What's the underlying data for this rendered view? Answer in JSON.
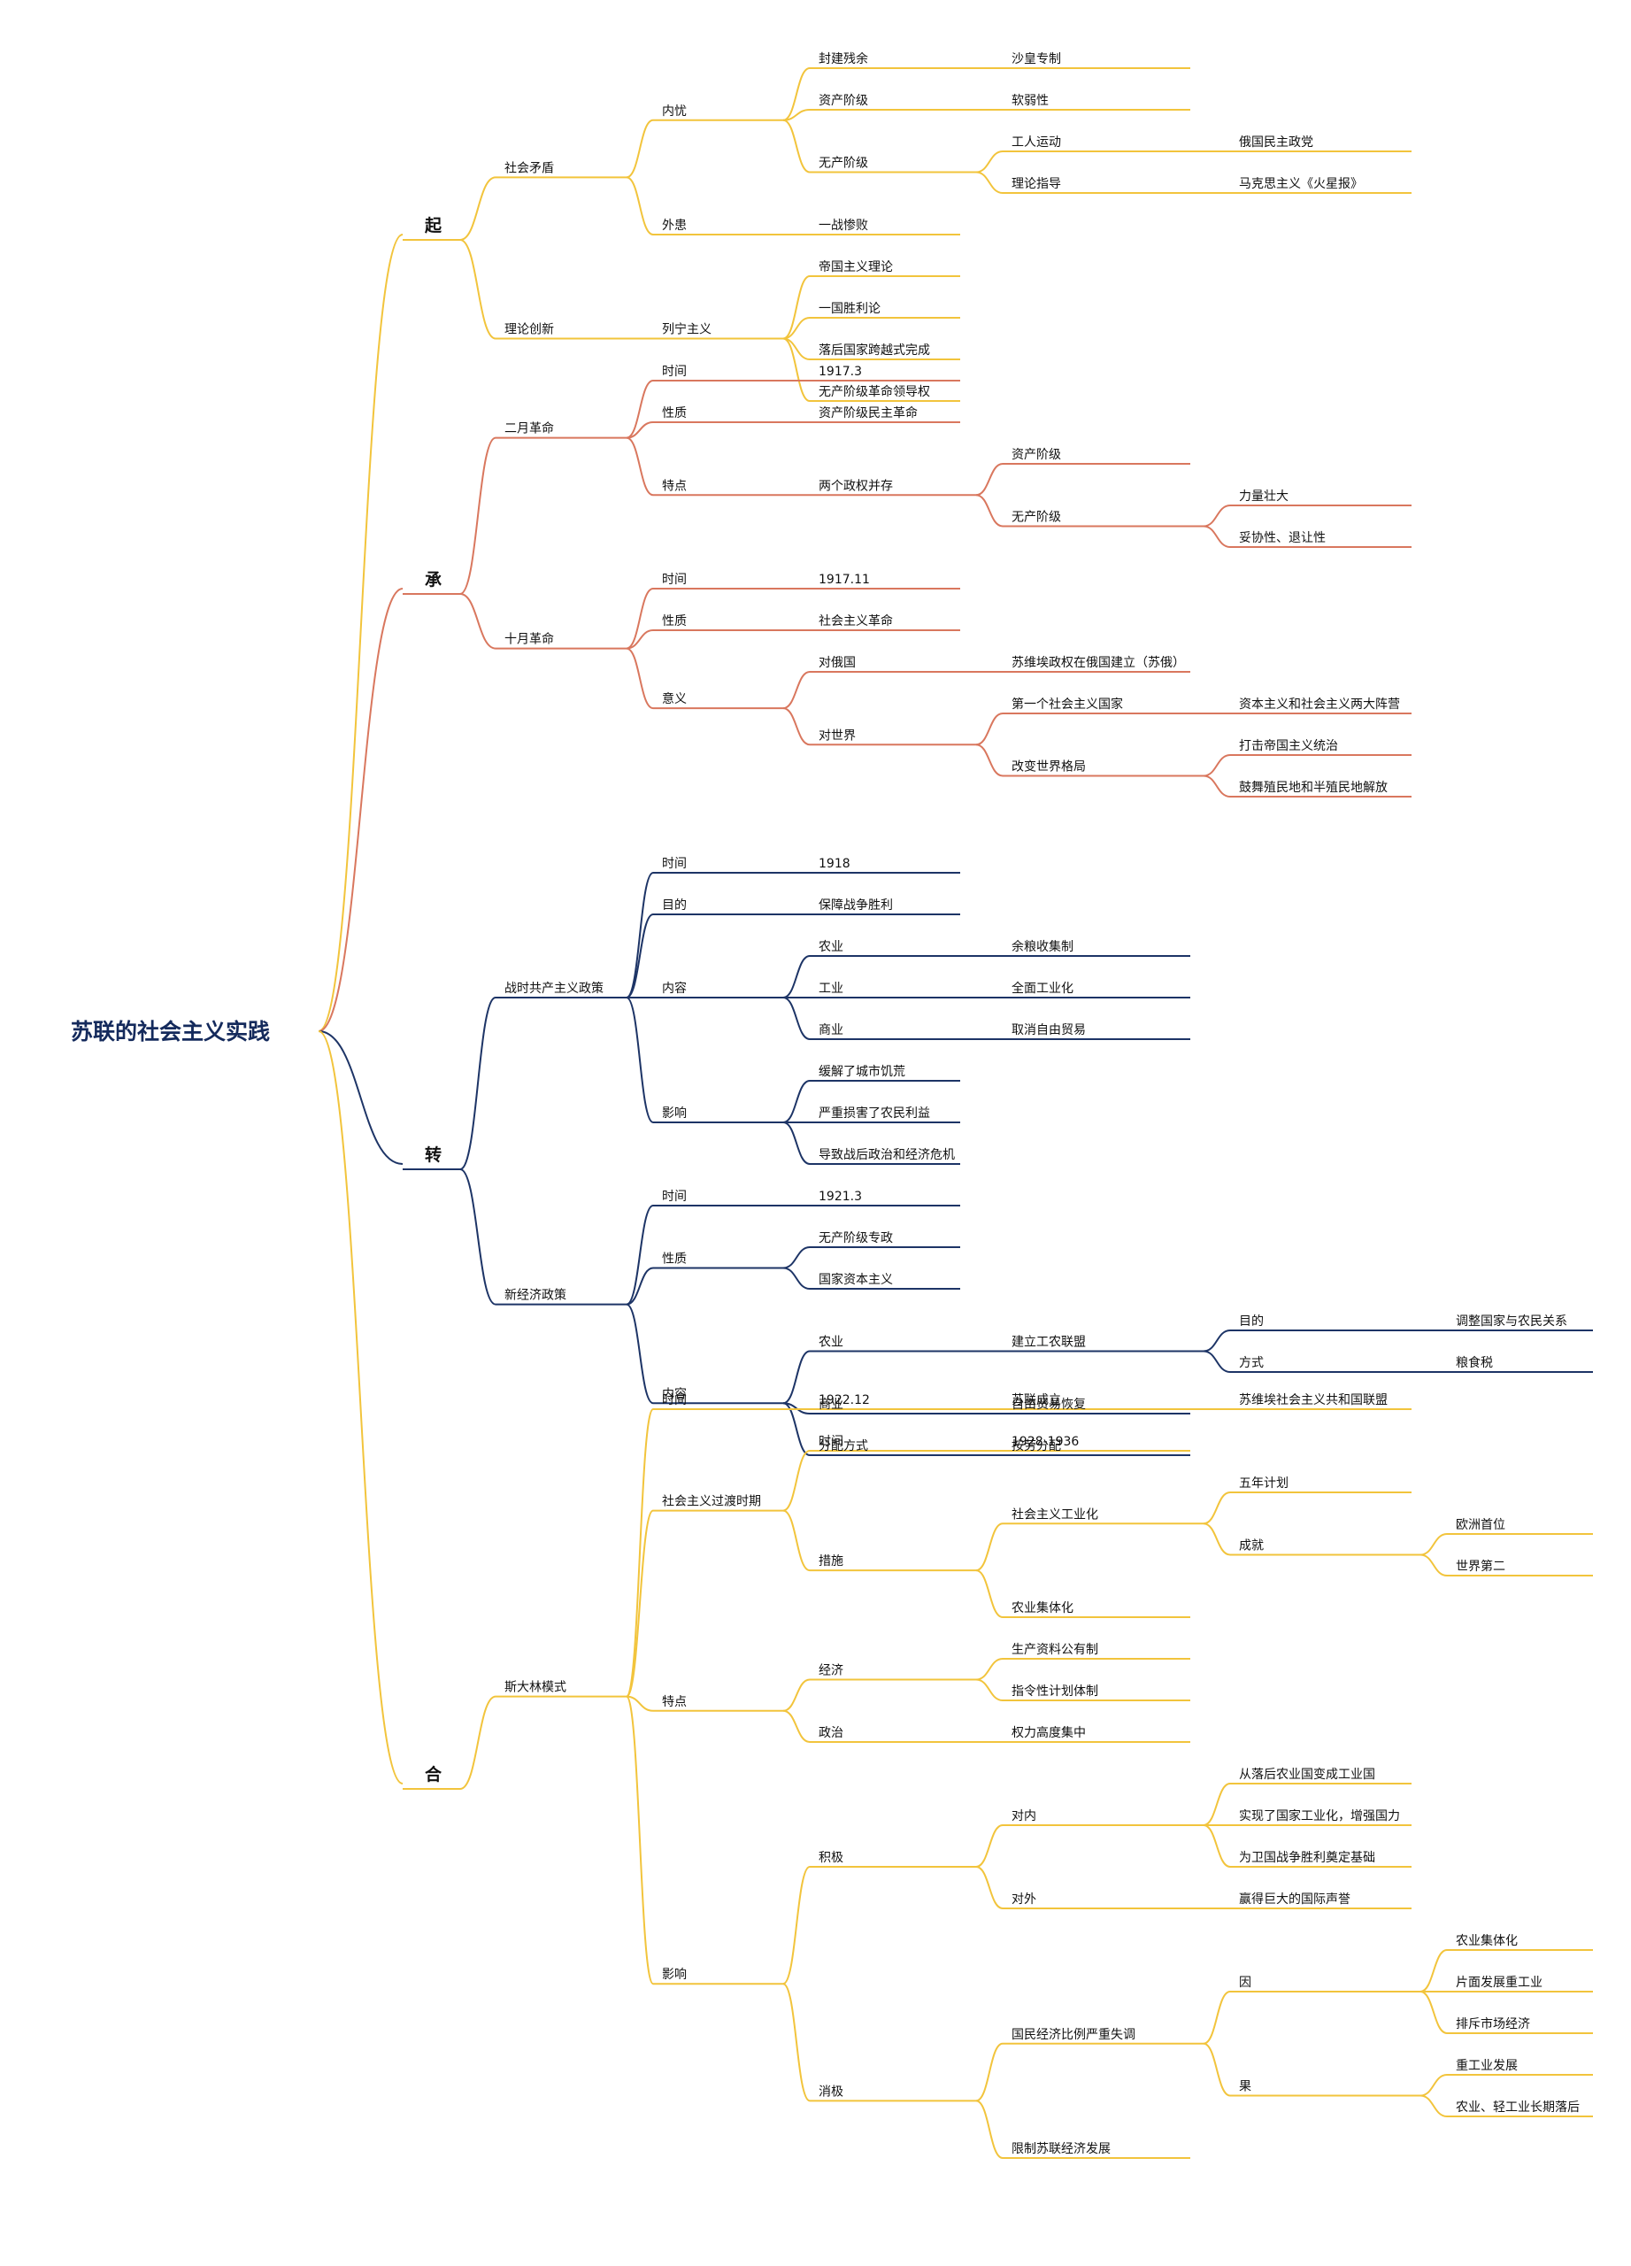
{
  "colors": {
    "yellow": "#f2c43c",
    "red": "#d9775e",
    "navy": "#1d3466",
    "root_text": "#142a5c",
    "text": "#111111"
  },
  "root": {
    "label": "苏联的社会主义实践"
  },
  "sections": [
    {
      "label": "起",
      "color": "yellow",
      "children": [
        {
          "label": "社会矛盾",
          "children": [
            {
              "label": "内忧",
              "children": [
                {
                  "label": "封建残余",
                  "children": [
                    {
                      "label": "沙皇专制"
                    }
                  ]
                },
                {
                  "label": "资产阶级",
                  "children": [
                    {
                      "label": "软弱性"
                    }
                  ]
                },
                {
                  "label": "无产阶级",
                  "children": [
                    {
                      "label": "工人运动",
                      "children": [
                        {
                          "label": "俄国民主政党"
                        }
                      ]
                    },
                    {
                      "label": "理论指导",
                      "children": [
                        {
                          "label": "马克思主义《火星报》"
                        }
                      ]
                    }
                  ]
                }
              ]
            },
            {
              "label": "外患",
              "children": [
                {
                  "label": "一战惨败"
                }
              ]
            }
          ]
        },
        {
          "label": "理论创新",
          "children": [
            {
              "label": "列宁主义",
              "children": [
                {
                  "label": "帝国主义理论"
                },
                {
                  "label": "一国胜利论"
                },
                {
                  "label": "落后国家跨越式完成"
                },
                {
                  "label": "无产阶级革命领导权"
                }
              ]
            }
          ]
        }
      ]
    },
    {
      "label": "承",
      "color": "red",
      "children": [
        {
          "label": "二月革命",
          "children": [
            {
              "label": "时间",
              "children": [
                {
                  "label": "1917.3"
                }
              ]
            },
            {
              "label": "性质",
              "children": [
                {
                  "label": "资产阶级民主革命"
                }
              ]
            },
            {
              "label": "特点",
              "children": [
                {
                  "label": "两个政权并存",
                  "children": [
                    {
                      "label": "资产阶级"
                    },
                    {
                      "label": "无产阶级",
                      "children": [
                        {
                          "label": "力量壮大"
                        },
                        {
                          "label": "妥协性、退让性"
                        }
                      ]
                    }
                  ]
                }
              ]
            }
          ]
        },
        {
          "label": "十月革命",
          "children": [
            {
              "label": "时间",
              "children": [
                {
                  "label": "1917.11"
                }
              ]
            },
            {
              "label": "性质",
              "children": [
                {
                  "label": "社会主义革命"
                }
              ]
            },
            {
              "label": "意义",
              "children": [
                {
                  "label": "对俄国",
                  "children": [
                    {
                      "label": "苏维埃政权在俄国建立（苏俄）"
                    }
                  ]
                },
                {
                  "label": "对世界",
                  "children": [
                    {
                      "label": "第一个社会主义国家",
                      "children": [
                        {
                          "label": "资本主义和社会主义两大阵营"
                        }
                      ]
                    },
                    {
                      "label": "改变世界格局",
                      "children": [
                        {
                          "label": "打击帝国主义统治"
                        },
                        {
                          "label": "鼓舞殖民地和半殖民地解放"
                        }
                      ]
                    }
                  ]
                }
              ]
            }
          ]
        }
      ]
    },
    {
      "label": "转",
      "color": "navy",
      "children": [
        {
          "label": "战时共产主义政策",
          "children": [
            {
              "label": "时间",
              "children": [
                {
                  "label": "1918"
                }
              ]
            },
            {
              "label": "目的",
              "children": [
                {
                  "label": "保障战争胜利"
                }
              ]
            },
            {
              "label": "内容",
              "children": [
                {
                  "label": "农业",
                  "children": [
                    {
                      "label": "余粮收集制"
                    }
                  ]
                },
                {
                  "label": "工业",
                  "children": [
                    {
                      "label": "全面工业化"
                    }
                  ]
                },
                {
                  "label": "商业",
                  "children": [
                    {
                      "label": "取消自由贸易"
                    }
                  ]
                }
              ]
            },
            {
              "label": "影响",
              "children": [
                {
                  "label": "缓解了城市饥荒"
                },
                {
                  "label": "严重损害了农民利益"
                },
                {
                  "label": "导致战后政治和经济危机"
                }
              ]
            }
          ]
        },
        {
          "label": "新经济政策",
          "children": [
            {
              "label": "时间",
              "children": [
                {
                  "label": "1921.3"
                }
              ]
            },
            {
              "label": "性质",
              "children": [
                {
                  "label": "无产阶级专政"
                },
                {
                  "label": "国家资本主义"
                }
              ]
            },
            {
              "label": "内容",
              "children": [
                {
                  "label": "农业",
                  "children": [
                    {
                      "label": "建立工农联盟",
                      "children": [
                        {
                          "label": "目的",
                          "children": [
                            {
                              "label": "调整国家与农民关系"
                            }
                          ]
                        },
                        {
                          "label": "方式",
                          "children": [
                            {
                              "label": "粮食税"
                            }
                          ]
                        }
                      ]
                    }
                  ]
                },
                {
                  "label": "商业",
                  "children": [
                    {
                      "label": "自由贸易恢复"
                    }
                  ]
                },
                {
                  "label": "分配方式",
                  "children": [
                    {
                      "label": "按劳分配"
                    }
                  ]
                }
              ]
            }
          ]
        }
      ]
    },
    {
      "label": "合",
      "color": "yellow",
      "children": [
        {
          "label": "斯大林模式",
          "children": [
            {
              "label": "时间",
              "children": [
                {
                  "label": "1922.12",
                  "children": [
                    {
                      "label": "苏联成立",
                      "children": [
                        {
                          "label": "苏维埃社会主义共和国联盟"
                        }
                      ]
                    }
                  ]
                }
              ]
            },
            {
              "label": "社会主义过渡时期",
              "children": [
                {
                  "label": "时间",
                  "children": [
                    {
                      "label": "1928-1936"
                    }
                  ]
                },
                {
                  "label": "措施",
                  "children": [
                    {
                      "label": "社会主义工业化",
                      "children": [
                        {
                          "label": "五年计划"
                        },
                        {
                          "label": "成就",
                          "children": [
                            {
                              "label": "欧洲首位"
                            },
                            {
                              "label": "世界第二"
                            }
                          ]
                        }
                      ]
                    },
                    {
                      "label": "农业集体化"
                    }
                  ]
                }
              ]
            },
            {
              "label": "特点",
              "children": [
                {
                  "label": "经济",
                  "children": [
                    {
                      "label": "生产资料公有制"
                    },
                    {
                      "label": "指令性计划体制"
                    }
                  ]
                },
                {
                  "label": "政治",
                  "children": [
                    {
                      "label": "权力高度集中"
                    }
                  ]
                }
              ]
            },
            {
              "label": "影响",
              "children": [
                {
                  "label": "积极",
                  "children": [
                    {
                      "label": "对内",
                      "children": [
                        {
                          "label": "从落后农业国变成工业国"
                        },
                        {
                          "label": "实现了国家工业化，增强国力"
                        },
                        {
                          "label": "为卫国战争胜利奠定基础"
                        }
                      ]
                    },
                    {
                      "label": "对外",
                      "children": [
                        {
                          "label": "赢得巨大的国际声誉"
                        }
                      ]
                    }
                  ]
                },
                {
                  "label": "消极",
                  "children": [
                    {
                      "label": "国民经济比例严重失调",
                      "children": [
                        {
                          "label": "因",
                          "children": [
                            {
                              "label": "农业集体化"
                            },
                            {
                              "label": "片面发展重工业"
                            },
                            {
                              "label": "排斥市场经济"
                            }
                          ]
                        },
                        {
                          "label": "果",
                          "children": [
                            {
                              "label": "重工业发展"
                            },
                            {
                              "label": "农业、轻工业长期落后"
                            }
                          ]
                        }
                      ]
                    },
                    {
                      "label": "限制苏联经济发展"
                    }
                  ]
                }
              ]
            }
          ]
        }
      ]
    }
  ]
}
